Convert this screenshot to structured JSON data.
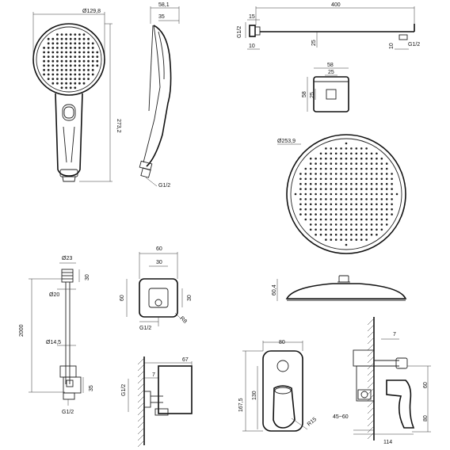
{
  "handshower": {
    "diameter": "Ø129,8",
    "depth": "58,1",
    "head_depth": "35",
    "length": "273,2",
    "thread": "G1/2"
  },
  "arm": {
    "length": "400",
    "flange_h": "15",
    "thread_left": "G1/2",
    "height": "25",
    "left_10": "10",
    "right_10": "10",
    "thread_right": "G1/2"
  },
  "flange_block": {
    "width": "58",
    "inner": "25",
    "height": "58",
    "inner_v": "25"
  },
  "rain_head": {
    "diameter": "Ø253,9",
    "thickness": "60,4"
  },
  "rail": {
    "d_top": "Ø23",
    "top_h": "30",
    "d_mid": "Ø20",
    "length": "2000",
    "d_low": "Ø14,5",
    "slider_h": "35",
    "thread": "G1/2"
  },
  "outlet": {
    "width": "60",
    "inner_w": "30",
    "height": "60",
    "inner_h": "30",
    "radius": "R8",
    "thread": "G1/2",
    "side_depth": "67",
    "side_small": "7",
    "side_thread": "G1/2"
  },
  "mixer": {
    "width": "80",
    "height": "167,5",
    "lever_h": "130",
    "radius": "R15",
    "depth_range": "45~60",
    "side_7": "7",
    "side_60": "60",
    "side_80": "80",
    "side_114": "114"
  }
}
